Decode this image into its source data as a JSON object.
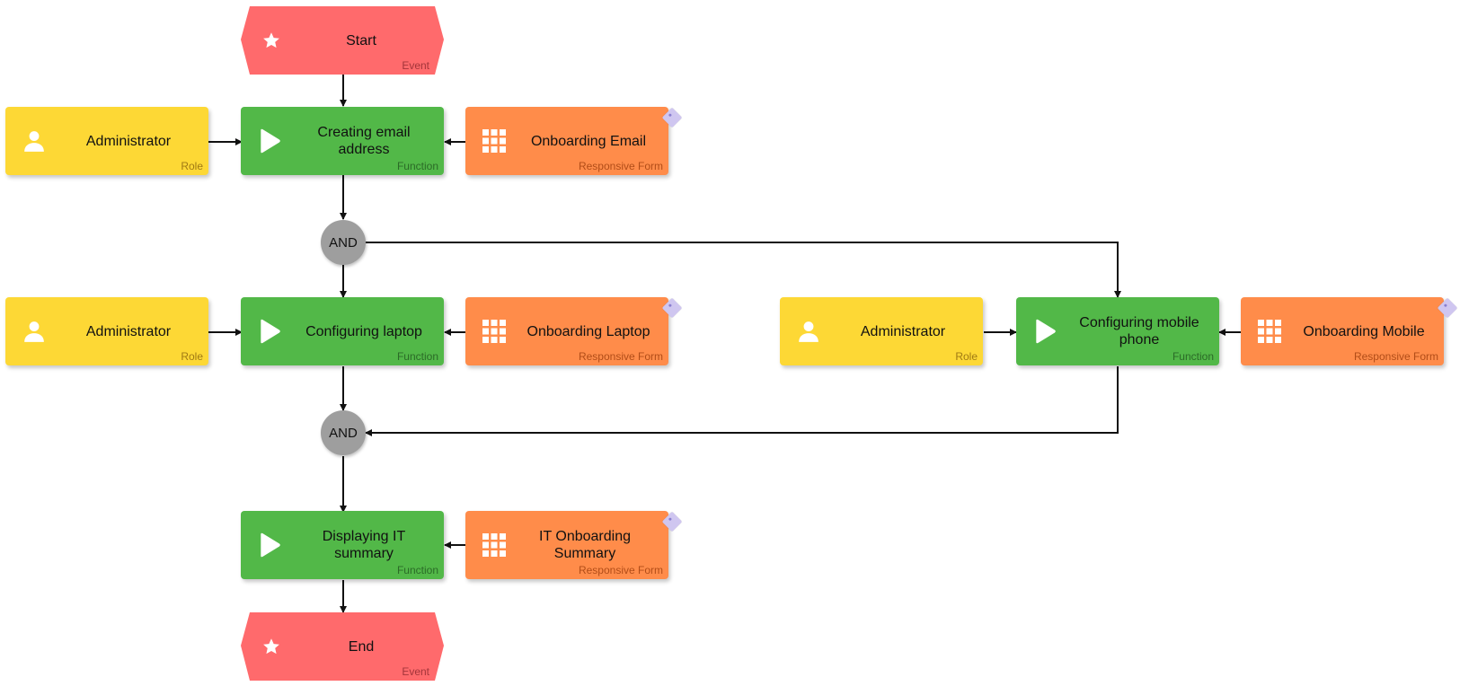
{
  "diagram": {
    "start_event": {
      "label": "Start",
      "type": "Event"
    },
    "end_event": {
      "label": "End",
      "type": "Event"
    },
    "gateways": [
      {
        "label": "AND"
      },
      {
        "label": "AND"
      }
    ],
    "functions": [
      {
        "label": "Creating email address",
        "type": "Function"
      },
      {
        "label": "Configuring laptop",
        "type": "Function"
      },
      {
        "label": "Configuring mobile phone",
        "type": "Function"
      },
      {
        "label": "Displaying IT summary",
        "type": "Function"
      }
    ],
    "roles": [
      {
        "label": "Administrator",
        "type": "Role"
      },
      {
        "label": "Administrator",
        "type": "Role"
      },
      {
        "label": "Administrator",
        "type": "Role"
      }
    ],
    "forms": [
      {
        "label": "Onboarding Email",
        "type": "Responsive Form"
      },
      {
        "label": "Onboarding Laptop",
        "type": "Responsive Form"
      },
      {
        "label": "Onboarding Mobile",
        "type": "Responsive Form"
      },
      {
        "label": "IT Onboarding Summary",
        "type": "Responsive Form"
      }
    ]
  },
  "colors": {
    "event": "#ff6a6c",
    "function": "#52b848",
    "role": "#fdd835",
    "form": "#ff8c4a",
    "gateway": "#9e9e9e",
    "tag": "#cfc6f0"
  },
  "icons": {
    "event": "star-icon",
    "function": "play-icon",
    "role": "person-icon",
    "form": "grid-icon"
  }
}
